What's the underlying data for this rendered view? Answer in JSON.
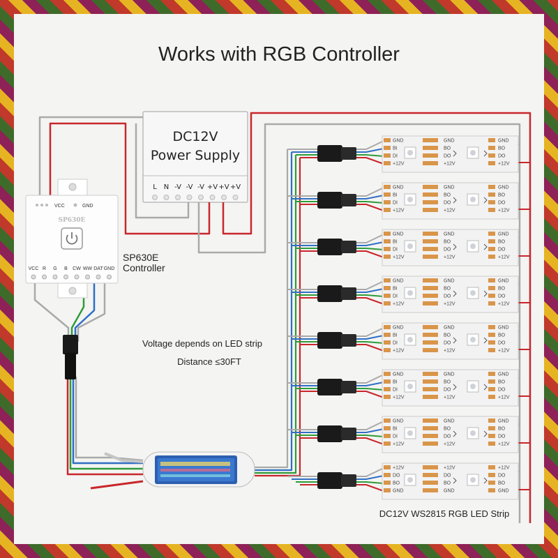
{
  "title": "Works with RGB Controller",
  "power_supply": {
    "line1": "DC12V",
    "line2": "Power Supply",
    "terminals": [
      "L",
      "N",
      "-V",
      "-V",
      "-V",
      "+V",
      "+V",
      "+V"
    ]
  },
  "controller": {
    "brand": "SP630E",
    "top_labels": [
      "VCC",
      "GND"
    ],
    "bottom_labels": [
      "VCC",
      "R",
      "G",
      "B",
      "CW",
      "WW",
      "DAT",
      "GND"
    ],
    "caption_line1": "SP630E",
    "caption_line2": "Controller"
  },
  "notes": {
    "voltage": "Voltage depends on LED strip",
    "distance": "Distance ≤30FT"
  },
  "strip": {
    "pad_labels_left": [
      "GND",
      "BI",
      "DI",
      "+12V"
    ],
    "pad_labels_mid": [
      "GND",
      "BO",
      "DO",
      "+12V"
    ],
    "last_row_labels": [
      "+12V",
      "DO",
      "BO",
      "GND"
    ],
    "caption": "DC12V WS2815 RGB LED Strip",
    "row_count": 8
  },
  "colors": {
    "red": "#c8262b",
    "green": "#2e9b3a",
    "blue": "#2f6fc4",
    "gray": "#a9a9a9",
    "strip_bg": "#f2f2f2",
    "pad": "#d9954a"
  }
}
